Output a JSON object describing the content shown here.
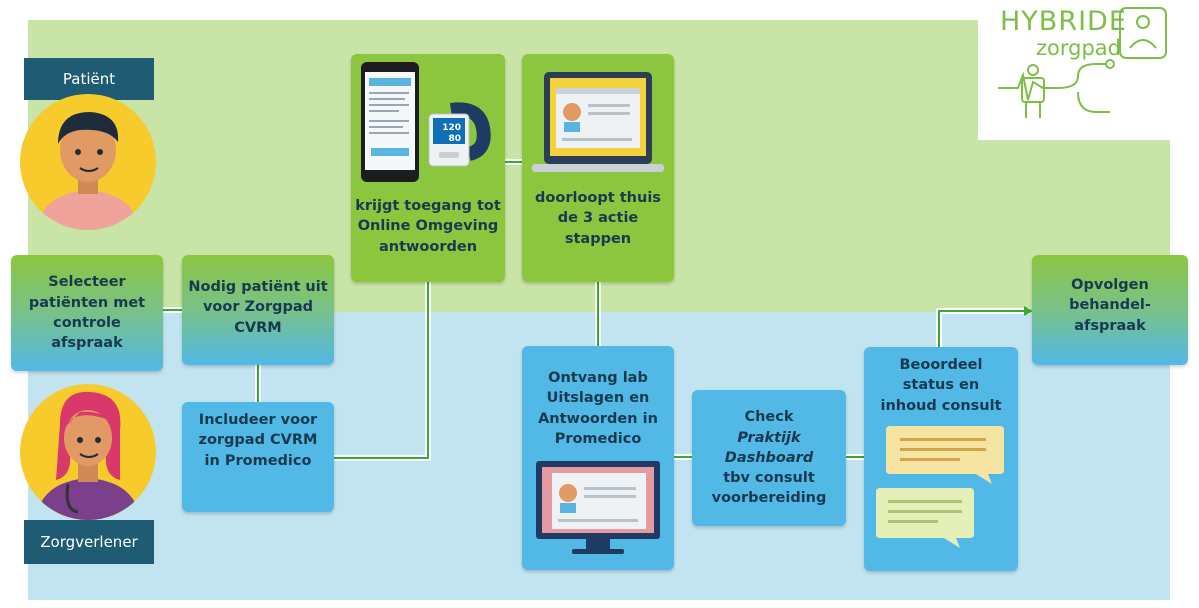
{
  "logo": {
    "line1": "HYBRIDE",
    "line2": "zorgpad"
  },
  "roles": {
    "patient": "Patiënt",
    "caregiver": "Zorgverlener"
  },
  "steps": {
    "select": "Selecteer\npatiënten met\ncontrole\nafspraak",
    "invite": "Nodig patiënt uit\nvoor Zorgpad\nCVRM",
    "include": "Includeer voor\nzorgpad CVRM\nin Promedico",
    "access": "krijgt toegang tot\nOnline Omgeving\nantwoorden",
    "home_steps": "doorloopt thuis\nde 3 actie\nstappen",
    "receive": "Ontvang lab\nUitslagen en\nAntwoorden in\nPromedico",
    "check_prefix": "Check",
    "check_italic": "Praktijk\nDashboard",
    "check_suffix": "tbv consult\nvoorbereiding",
    "assess": "Beoordeel\nstatus en\ninhoud consult",
    "followup": "Opvolgen\nbehandel-\nafspraak"
  },
  "bp_monitor": {
    "sys": "120",
    "dia": "80"
  },
  "colors": {
    "green_band": "#c8e4a6",
    "blue_band": "#c2e4f1",
    "green_box": "#8cc63f",
    "blue_box": "#52b8e6",
    "role_label": "#1f5c74",
    "logo": "#7dbe47"
  }
}
